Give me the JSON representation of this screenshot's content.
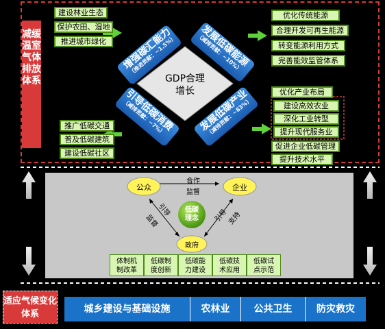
{
  "mitigation_label": "减缓温室气体排放体系",
  "center": {
    "line1": "GDP合理",
    "line2": "增长"
  },
  "arms": {
    "top_left": {
      "title": "增强碳汇能力",
      "sub": "（推进贡献：~1.5%）"
    },
    "top_right": {
      "title": "发展低碳能源",
      "sub": "（减排贡献：~10%）"
    },
    "bottom_left": {
      "title": "引导低碳消费",
      "sub": "（减排贡献：~7%）"
    },
    "bottom_right": {
      "title": "发展低碳产业",
      "sub": "（减排贡献：~83%）"
    }
  },
  "left_top_items": [
    "建设林业生态",
    "保护农田、湿地",
    "推进城市绿化"
  ],
  "left_bottom_items": [
    "推广低碳交通",
    "普及低碳建筑",
    "建设低碳社区"
  ],
  "right_top_items": [
    "优化传统能源",
    "合理开发可再生能源",
    "转变能源利用方式",
    "完善能效监管体系"
  ],
  "right_bottom_items": [
    "优化产业布局",
    "建设高效农业",
    "深化工业转型",
    "提升现代服务业",
    "促进企业低碳管理",
    "提升技术水平"
  ],
  "middle": {
    "public": "公众",
    "enterprise": "企业",
    "government": "政府",
    "core": {
      "line1": "低碳",
      "line2": "理念"
    },
    "top_rel_1": "合作",
    "top_rel_2": "监督",
    "left_rel_1": "引导",
    "left_rel_2": "监督",
    "right_rel_1": "引导",
    "right_rel_2": "支持",
    "measures": [
      {
        "l1": "体制机",
        "l2": "制改革"
      },
      {
        "l1": "低碳制",
        "l2": "度创新"
      },
      {
        "l1": "低碳能",
        "l2": "力建设"
      },
      {
        "l1": "低碳技",
        "l2": "术应用"
      },
      {
        "l1": "低碳试",
        "l2": "点示范"
      }
    ]
  },
  "adaptation_label": "适应气候变化体系",
  "adaptation_items": [
    "城乡建设与基础设施",
    "农林业",
    "公共卫生",
    "防灾救灾"
  ],
  "colors": {
    "red": "#d83a3a",
    "blue": "#1a73c9",
    "green_fill": "#d8f5b4",
    "green_border": "#4d8a14"
  }
}
